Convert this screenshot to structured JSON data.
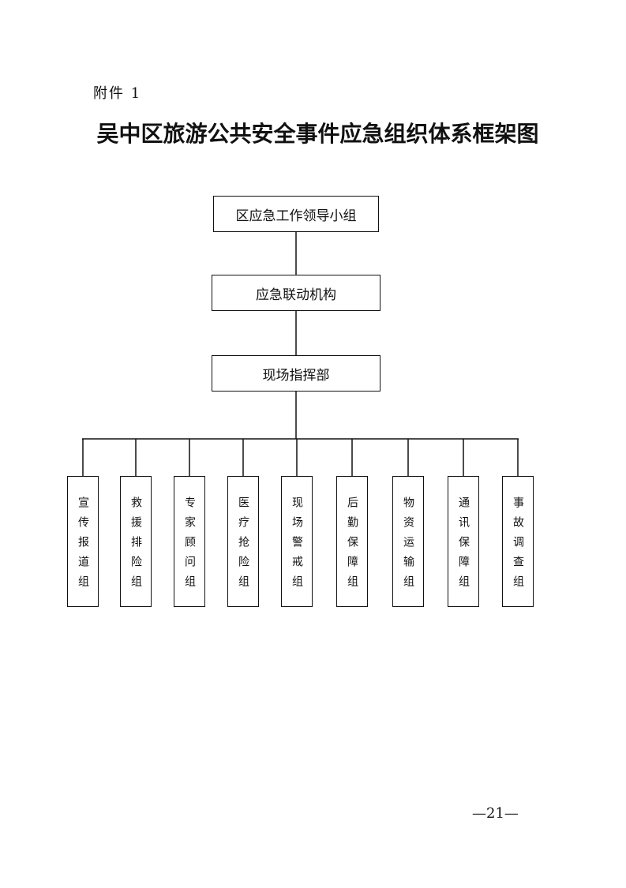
{
  "document": {
    "attachment_label": "附件 1",
    "title": "吴中区旅游公共安全事件应急组织体系框架图",
    "page_number": "—21—"
  },
  "chart": {
    "levels": [
      "区应急工作领导小组",
      "应急联动机构",
      "现场指挥部"
    ],
    "groups": [
      "宣传报道组",
      "救援排险组",
      "专家顾问组",
      "医疗抢险组",
      "现场警戒组",
      "后勤保障组",
      "物资运输组",
      "通讯保障组",
      "事故调查组"
    ]
  }
}
